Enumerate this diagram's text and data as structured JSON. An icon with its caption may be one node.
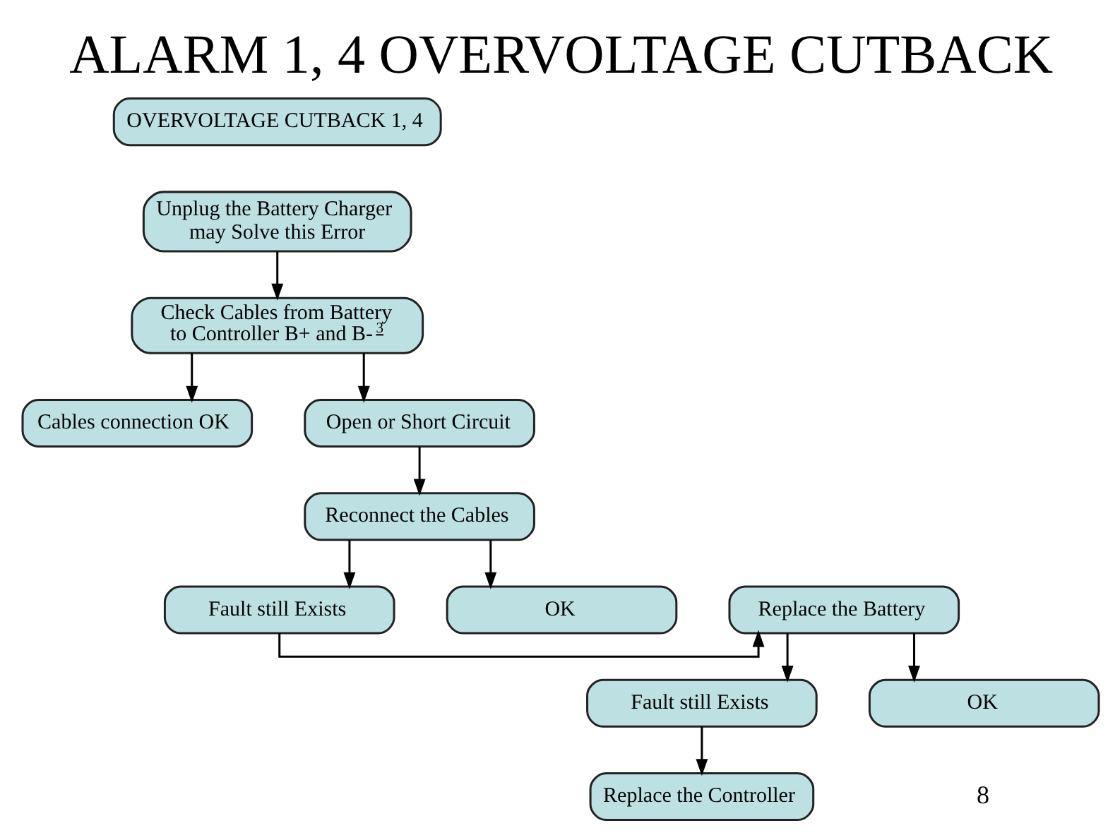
{
  "diagram": {
    "title": "ALARM 1, 4 OVERVOLTAGE CUTBACK",
    "nodes": [
      {
        "text": [
          "OVERVOLTAGE CUTBACK 1, 4"
        ]
      },
      {
        "text": [
          "Unplug the Battery Charger may Solve this Error"
        ]
      },
      {
        "text": [
          "Check Cables from Battery to Controller B+ and B-$^{3}$"
        ]
      },
      {
        "text": [
          "Cables connection OK"
        ]
      },
      {
        "text": [
          "Open or Short Circuit"
        ]
      },
      {
        "text": [
          "Reconnect the Cables"
        ]
      },
      {
        "text": [
          "Fault still Exists"
        ]
      },
      {
        "text": [
          "OK"
        ]
      },
      {
        "text": [
          "Replace the Battery"
        ]
      },
      {
        "text": [
          "Fault still Exists"
        ]
      },
      {
        "text": [
          "OK"
        ]
      },
      {
        "text": [
          "Replace the Controller"
        ]
      }
    ],
    "edges": [
      {
        "from": 1,
        "to": 2,
        "arrow": "to"
      },
      {
        "from": 2,
        "to": 3,
        "arrow": "to"
      },
      {
        "from": 2,
        "to": 4,
        "arrow": "to"
      },
      {
        "from": 4,
        "to": 5,
        "arrow": "to"
      },
      {
        "from": 5,
        "to": 6,
        "arrow": "to"
      },
      {
        "from": 5,
        "to": 7,
        "arrow": "to"
      },
      {
        "from": 6,
        "to": 8,
        "arrow": "to"
      },
      {
        "from": 8,
        "to": 9,
        "arrow": "to"
      },
      {
        "from": 8,
        "to": 10,
        "arrow": "to"
      },
      {
        "from": 9,
        "to": 11,
        "arrow": "to"
      }
    ],
    "labels": [
      "8"
    ]
  }
}
